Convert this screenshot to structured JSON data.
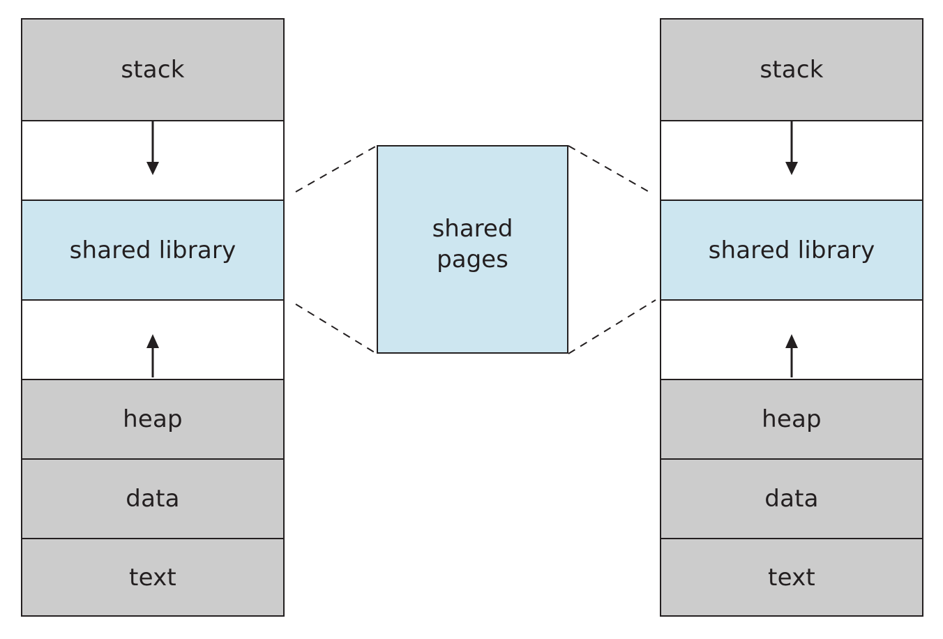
{
  "process_left": {
    "segments": {
      "stack": "stack",
      "shared_library": "shared library",
      "heap": "heap",
      "data": "data",
      "text": "text"
    }
  },
  "process_right": {
    "segments": {
      "stack": "stack",
      "shared_library": "shared library",
      "heap": "heap",
      "data": "data",
      "text": "text"
    }
  },
  "shared_pages": {
    "line1": "shared",
    "line2": "pages"
  },
  "colors": {
    "segment_gray": "#cccccc",
    "shared_blue": "#cde6f0",
    "outline": "#231f20"
  }
}
